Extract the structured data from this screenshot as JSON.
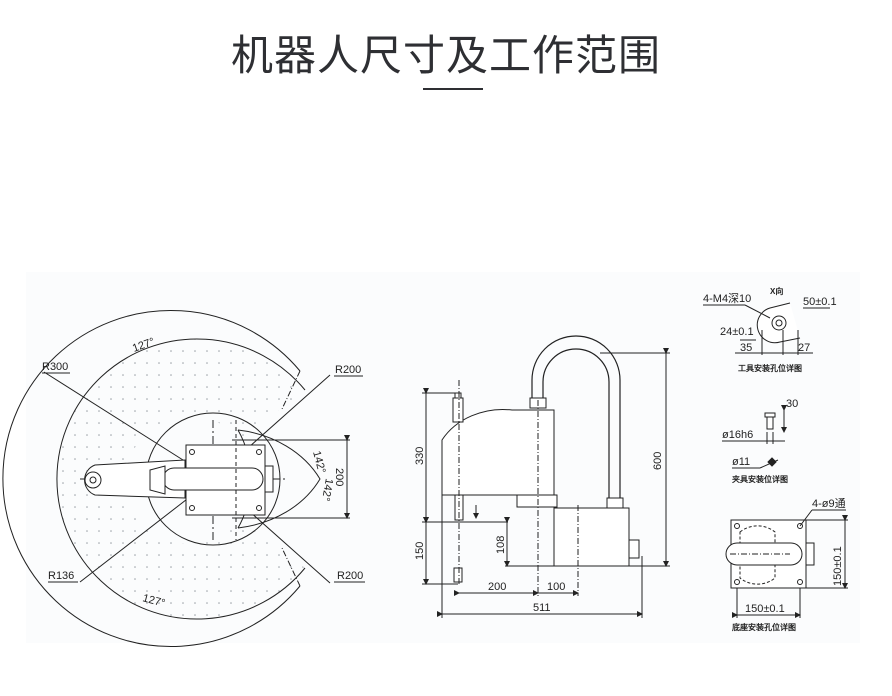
{
  "header": {
    "title": "机器人尺寸及工作范围"
  },
  "colors": {
    "title": "#2e2f33",
    "line": "#222222",
    "panel_bg": "#fbfcfd",
    "work_area_fill": "#eef0f2"
  },
  "top_view": {
    "labels": {
      "r300": "R300",
      "r200_top": "R200",
      "r200_bottom": "R200",
      "r136": "R136",
      "angle_top": "127°",
      "angle_bottom": "127°",
      "angle_right_top": "142°",
      "angle_right_bottom": "142°",
      "width_200": "200"
    }
  },
  "side_view": {
    "labels": {
      "height_330": "330",
      "height_600": "600",
      "stroke_150": "150",
      "height_108": "108",
      "len_200": "200",
      "len_100": "100",
      "len_511": "511"
    }
  },
  "tool_detail": {
    "view_label": "X向",
    "screw": "4-M4深10",
    "pcd": "50±0.1",
    "offset": "24±0.1",
    "dim_35": "35",
    "dim_27": "27",
    "caption": "工具安装孔位详图"
  },
  "fixture_detail": {
    "dim_30": "30",
    "shaft": "ø16h6",
    "hole": "ø11",
    "caption": "夹具安装位详图"
  },
  "base_detail": {
    "holes": "4-ø9通",
    "height": "150±0.1",
    "width": "150±0.1",
    "caption": "底座安装孔位详图"
  }
}
